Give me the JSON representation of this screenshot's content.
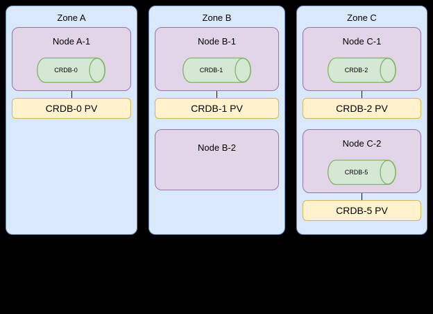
{
  "diagram": {
    "type": "kubernetes-topology",
    "background": "#000000"
  },
  "colors": {
    "zone_fill": "#DAE8FC",
    "zone_border": "#6C8EBF",
    "node_fill": "#E1D5E7",
    "node_border": "#9673A6",
    "db_fill": "#D5E8D4",
    "db_border": "#82B366",
    "pv_fill": "#FFF2CC",
    "pv_border": "#D6B656"
  },
  "zones": [
    {
      "label": "Zone A",
      "nodes": [
        {
          "label": "Node A-1",
          "db_label": "CRDB-0",
          "pv_label": "CRDB-0 PV"
        }
      ]
    },
    {
      "label": "Zone B",
      "nodes": [
        {
          "label": "Node B-1",
          "db_label": "CRDB-1",
          "pv_label": "CRDB-1 PV"
        },
        {
          "label": "Node B-2"
        }
      ]
    },
    {
      "label": "Zone C",
      "nodes": [
        {
          "label": "Node C-1",
          "db_label": "CRDB-2",
          "pv_label": "CRDB-2 PV"
        },
        {
          "label": "Node C-2",
          "db_label": "CRDB-5",
          "pv_label": "CRDB-5 PV"
        }
      ]
    }
  ]
}
